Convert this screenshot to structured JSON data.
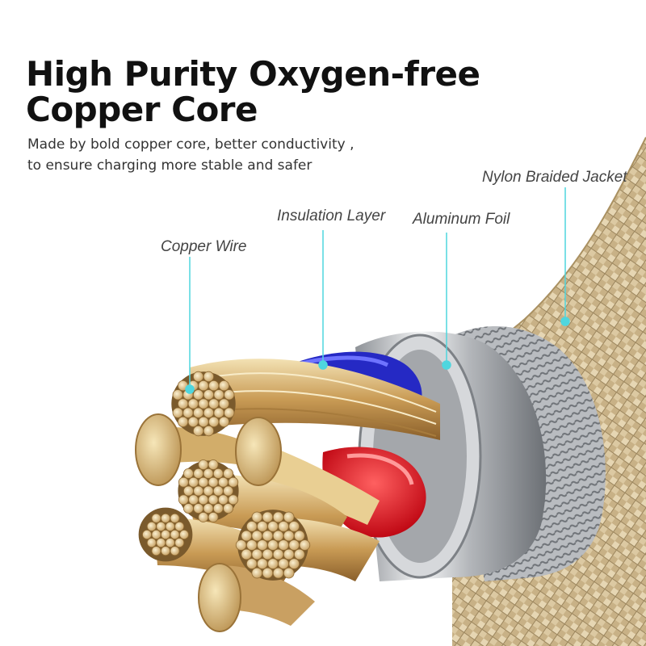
{
  "headline": {
    "line1": "High Purity Oxygen-free",
    "line2": "Copper Core"
  },
  "subtitle": {
    "line1": "Made by bold copper core, better conductivity ,",
    "line2": "to ensure charging more stable and safer"
  },
  "callouts": {
    "nylon": "Nylon Braided Jacket",
    "insulation": "Insulation Layer",
    "aluminum": "Aluminum Foil",
    "copper": "Copper Wire"
  },
  "colors": {
    "callout_line": "#4fd6de",
    "copper": "#d8ba80",
    "braid": "#cbb58e",
    "insulation_blue": "#2b2ec4",
    "insulation_red": "#e8101e",
    "foil": "#c9cccf"
  }
}
